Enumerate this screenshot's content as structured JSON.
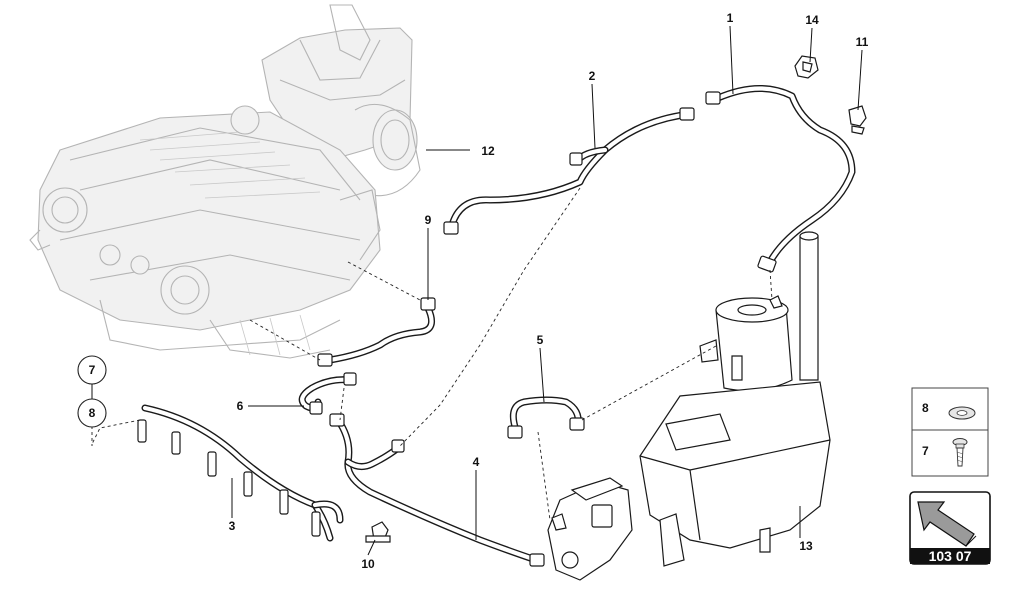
{
  "diagram": {
    "callouts": [
      {
        "id": "c1",
        "label": "1"
      },
      {
        "id": "c2",
        "label": "2"
      },
      {
        "id": "c3",
        "label": "3"
      },
      {
        "id": "c4",
        "label": "4"
      },
      {
        "id": "c5",
        "label": "5"
      },
      {
        "id": "c6",
        "label": "6"
      },
      {
        "id": "c7",
        "label": "7"
      },
      {
        "id": "c8",
        "label": "8"
      },
      {
        "id": "c9",
        "label": "9"
      },
      {
        "id": "c10",
        "label": "10"
      },
      {
        "id": "c11",
        "label": "11"
      },
      {
        "id": "c12",
        "label": "12"
      },
      {
        "id": "c13",
        "label": "13"
      },
      {
        "id": "c14",
        "label": "14"
      }
    ],
    "legend": {
      "items": [
        {
          "label": "8",
          "icon": "washer-icon"
        },
        {
          "label": "7",
          "icon": "screw-icon"
        }
      ]
    },
    "reference": {
      "code": "103 07",
      "icon": "arrow-icon"
    }
  }
}
